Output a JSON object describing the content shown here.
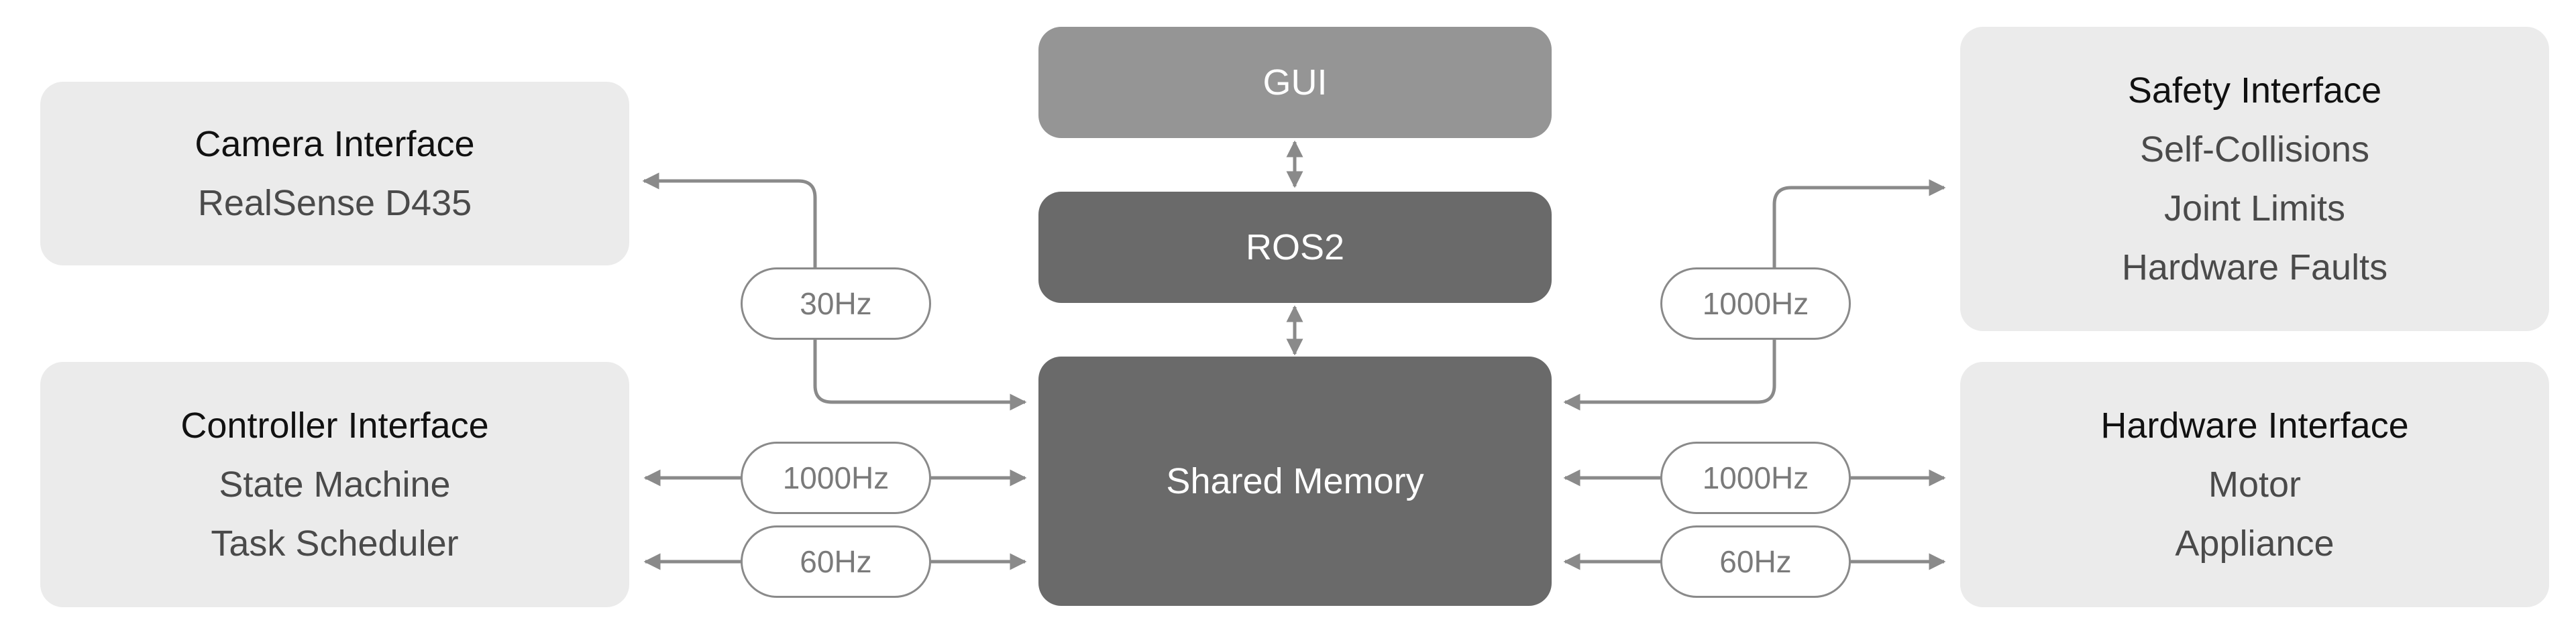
{
  "colors": {
    "side_box_bg": "#ebebeb",
    "gui_bg": "#959595",
    "ros2_bg": "#6a6a6a",
    "shared_memory_bg": "#6a6a6a",
    "connector_line": "#8a8a8a",
    "pill_text": "#7a7a7a"
  },
  "center": {
    "gui_label": "GUI",
    "ros2_label": "ROS2",
    "shared_memory_label": "Shared Memory"
  },
  "camera_interface": {
    "title": "Camera Interface",
    "lines": [
      "RealSense D435"
    ]
  },
  "controller_interface": {
    "title": "Controller Interface",
    "lines": [
      "State Machine",
      "Task Scheduler"
    ]
  },
  "safety_interface": {
    "title": "Safety Interface",
    "lines": [
      "Self-Collisions",
      "Joint Limits",
      "Hardware Faults"
    ]
  },
  "hardware_interface": {
    "title": "Hardware Interface",
    "lines": [
      "Motor",
      "Appliance"
    ]
  },
  "rates": {
    "camera": "30Hz",
    "controller_fast": "1000Hz",
    "controller_slow": "60Hz",
    "safety": "1000Hz",
    "hardware_fast": "1000Hz",
    "hardware_slow": "60Hz"
  }
}
